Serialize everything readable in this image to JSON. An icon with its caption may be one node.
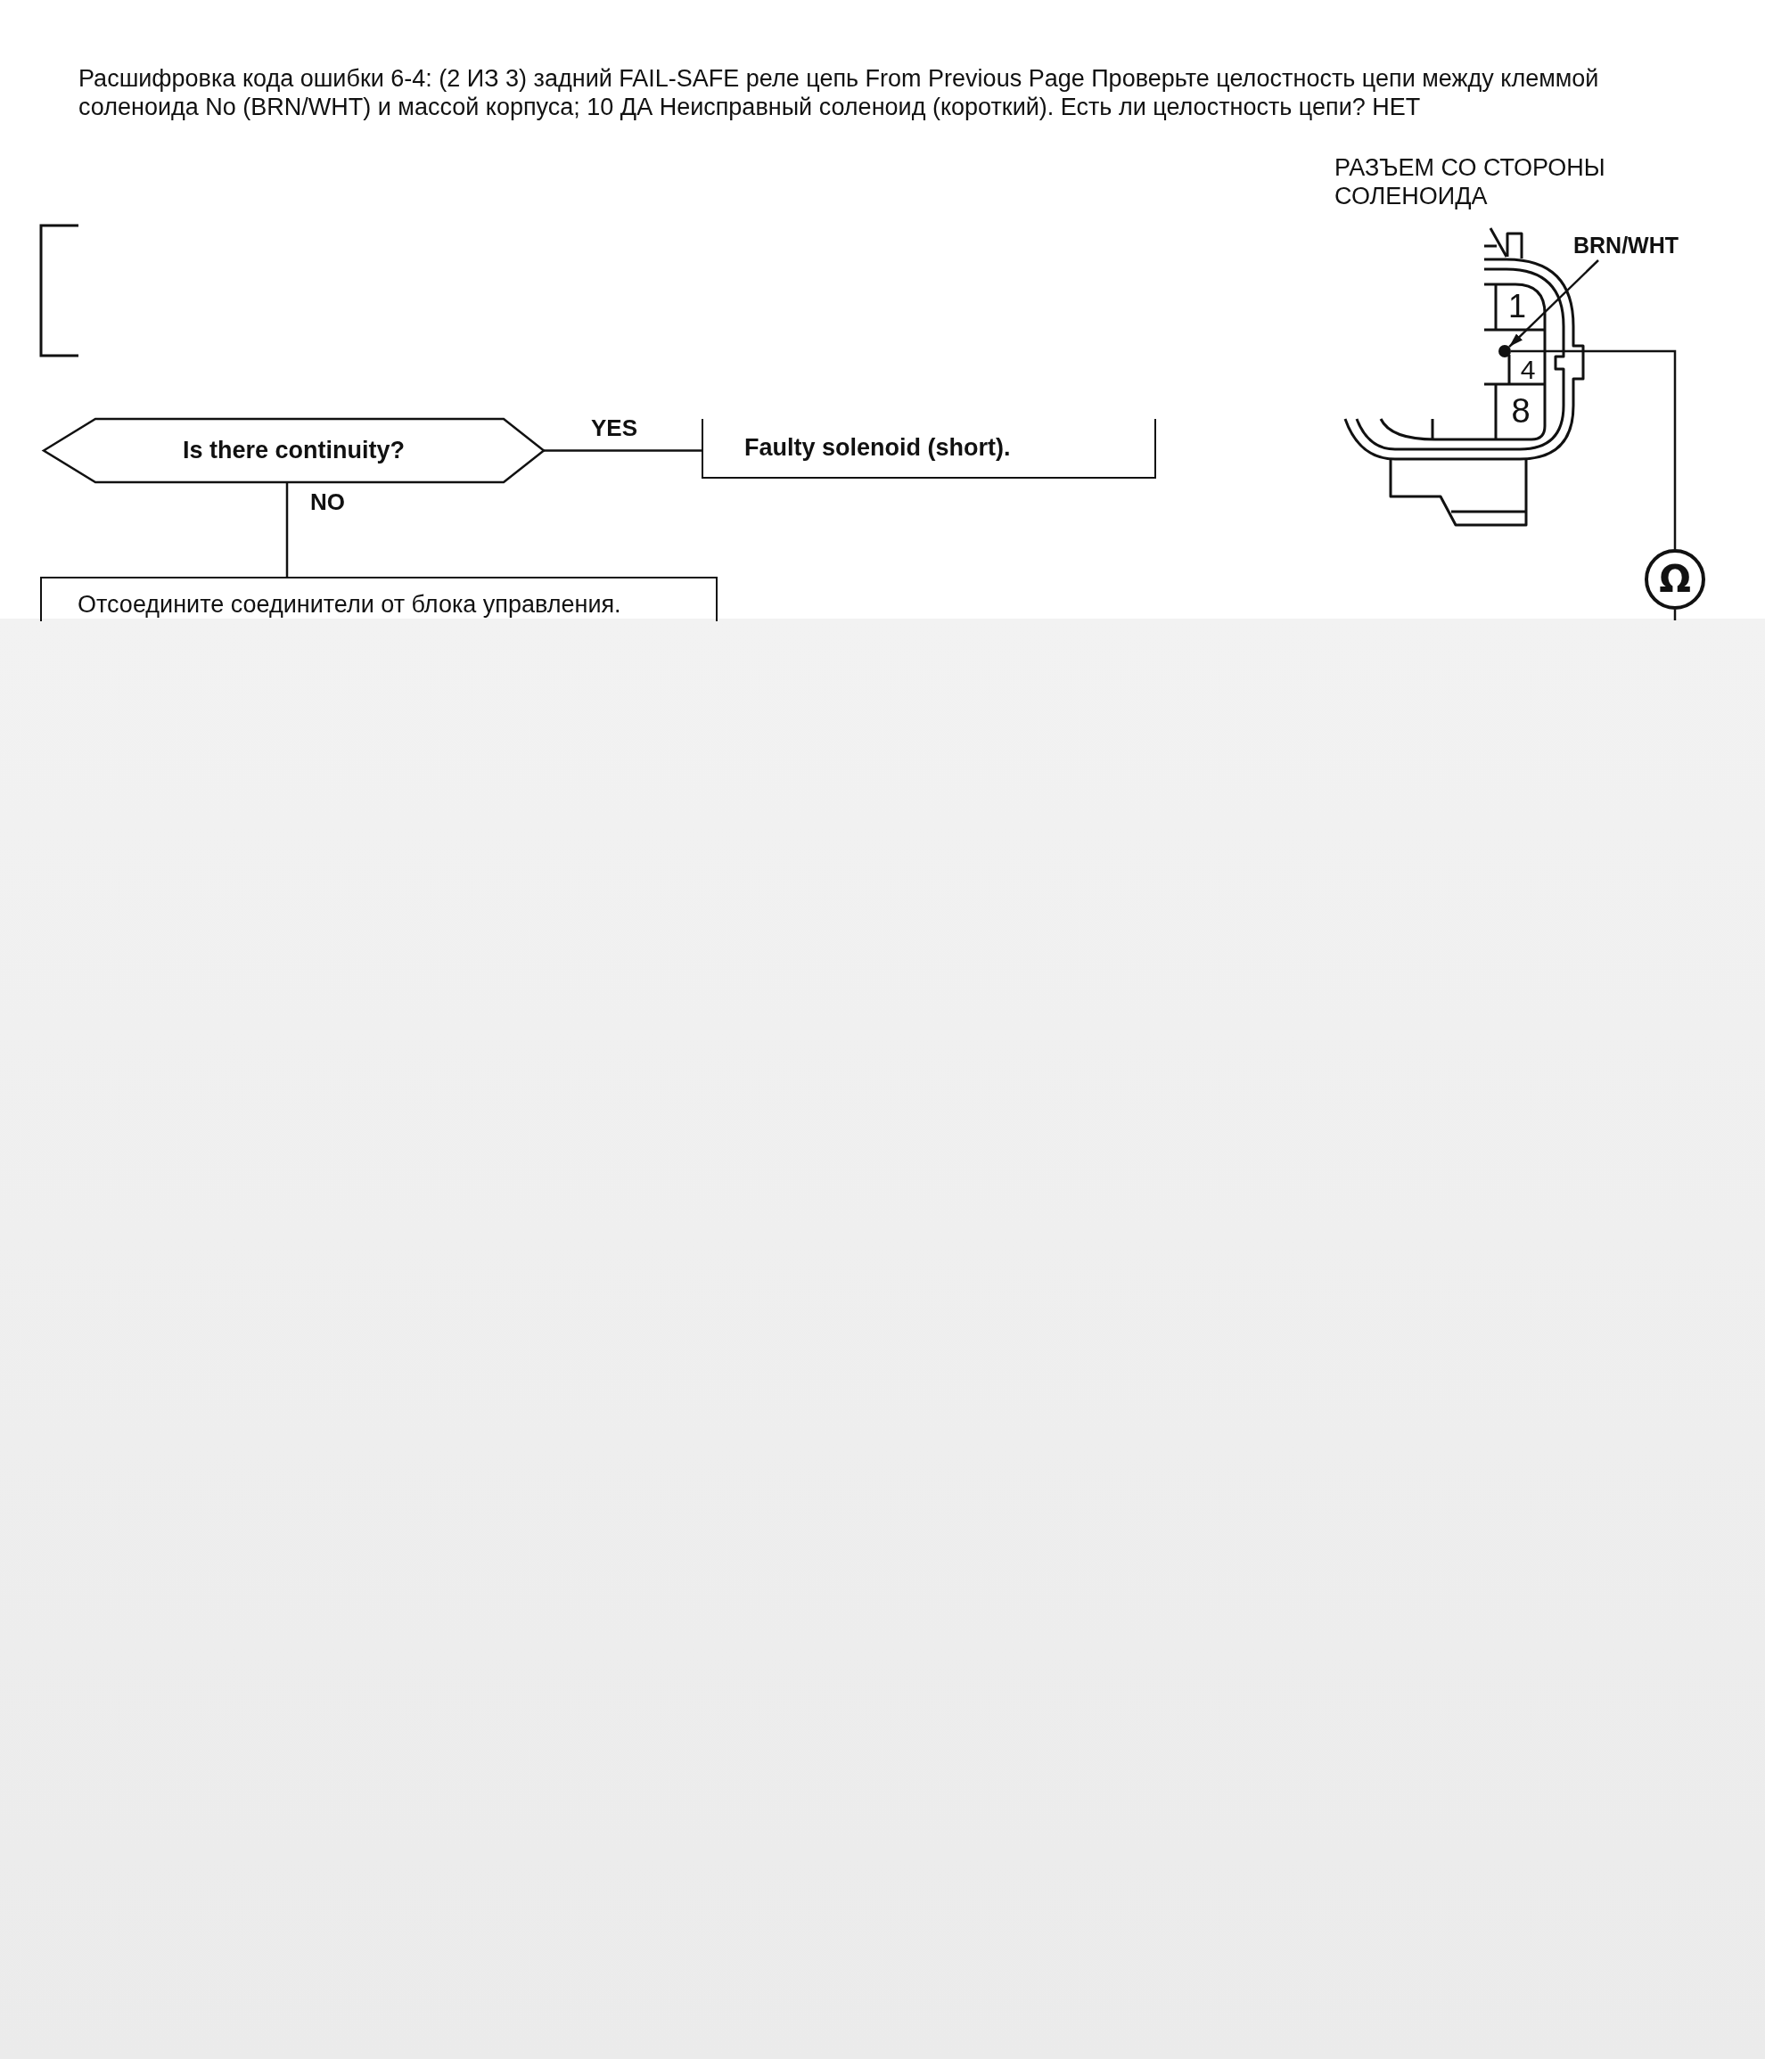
{
  "diagram": {
    "title": "Расшифровка кода ошибки 6-4: (2 ИЗ 3) задний FAIL-SAFE реле цепь From Previous Page Проверьте целостность цепи между клеммой соленоида No (BRN/WHT) и массой корпуса; 10 ДА Неисправный соленоид (короткий). Есть ли целостность цепи? НЕТ",
    "nodes": [
      {
        "text": [
          "Is there continuity?"
        ]
      },
      {
        "text": [
          "Faulty solenoid (short)."
        ]
      },
      {
        "text": [
          "Отсоедините соединители от блока управления."
        ]
      },
      {
        "text": [
          "BRN/WHT"
        ]
      },
      {
        "text": [],
        "shape": "circle"
      },
      {
        "text": [
          "Ω"
        ]
      }
    ],
    "edges": [
      {
        "from": 0,
        "to": 1,
        "arrow": "none",
        "label": "YES"
      },
      {
        "from": 0,
        "to": 2,
        "arrow": "none",
        "label": "NO"
      },
      {
        "from": 3,
        "to": 4,
        "arrow": "to"
      },
      {
        "from": 4,
        "to": 5,
        "arrow": "none"
      },
      {
        "from": 5,
        "to": null,
        "arrow": "none"
      }
    ],
    "labels": [
      "РАЗЪЕМ СО СТОРОНЫ СОЛЕНОИДА",
      "1",
      "4",
      "8"
    ]
  }
}
